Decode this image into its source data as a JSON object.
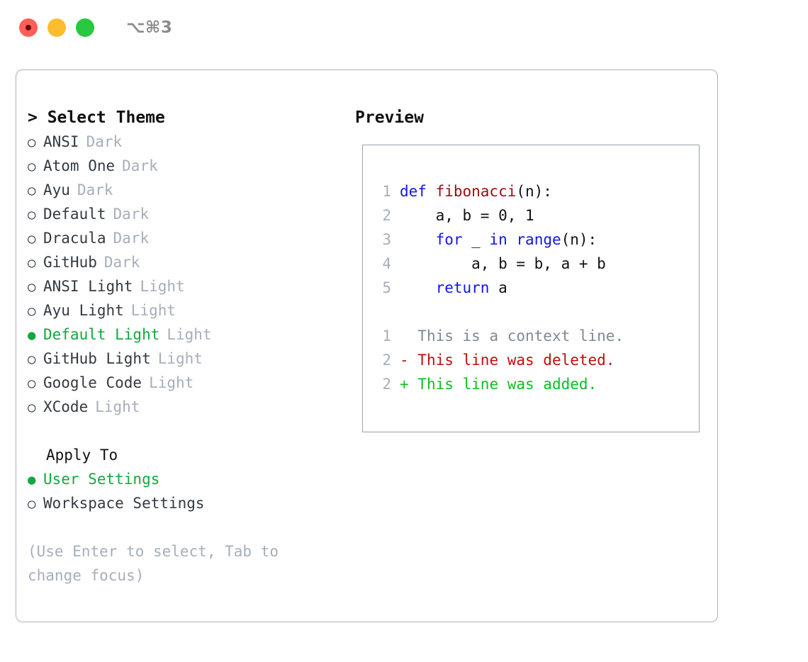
{
  "titlebar": {
    "shortcut": "⌥⌘3",
    "buttons": [
      {
        "name": "close",
        "color": "#ff5f57"
      },
      {
        "name": "minimize",
        "color": "#febc2e"
      },
      {
        "name": "maximize",
        "color": "#28c840"
      }
    ]
  },
  "theme_picker": {
    "header": "> Select Theme",
    "items": [
      {
        "marker": "○",
        "label": "ANSI",
        "suffix": "Dark",
        "selected": false
      },
      {
        "marker": "○",
        "label": "Atom One",
        "suffix": "Dark",
        "selected": false
      },
      {
        "marker": "○",
        "label": "Ayu",
        "suffix": "Dark",
        "selected": false
      },
      {
        "marker": "○",
        "label": "Default",
        "suffix": "Dark",
        "selected": false
      },
      {
        "marker": "○",
        "label": "Dracula",
        "suffix": "Dark",
        "selected": false
      },
      {
        "marker": "○",
        "label": "GitHub",
        "suffix": "Dark",
        "selected": false
      },
      {
        "marker": "○",
        "label": "ANSI Light",
        "suffix": "Light",
        "selected": false
      },
      {
        "marker": "○",
        "label": "Ayu Light",
        "suffix": "Light",
        "selected": false
      },
      {
        "marker": "●",
        "label": "Default Light",
        "suffix": "Light",
        "selected": true
      },
      {
        "marker": "○",
        "label": "GitHub Light",
        "suffix": "Light",
        "selected": false
      },
      {
        "marker": "○",
        "label": "Google Code",
        "suffix": "Light",
        "selected": false
      },
      {
        "marker": "○",
        "label": "XCode",
        "suffix": "Light",
        "selected": false
      }
    ]
  },
  "apply_to": {
    "header": "Apply To",
    "items": [
      {
        "marker": "●",
        "label": "User Settings",
        "selected": true
      },
      {
        "marker": "○",
        "label": "Workspace Settings",
        "selected": false
      }
    ]
  },
  "hint": "(Use Enter to select, Tab to change focus)",
  "preview": {
    "title": "Preview",
    "code_lines": [
      {
        "num": "1",
        "tokens": [
          {
            "t": "def ",
            "k": "kw"
          },
          {
            "t": "fibonacci",
            "k": "fn"
          },
          {
            "t": "(n):",
            "k": "plain"
          }
        ]
      },
      {
        "num": "2",
        "tokens": [
          {
            "t": "    a, b = 0, 1",
            "k": "plain"
          }
        ]
      },
      {
        "num": "3",
        "tokens": [
          {
            "t": "    ",
            "k": "plain"
          },
          {
            "t": "for",
            "k": "kw"
          },
          {
            "t": " _ ",
            "k": "plain"
          },
          {
            "t": "in",
            "k": "kw"
          },
          {
            "t": " ",
            "k": "plain"
          },
          {
            "t": "range",
            "k": "kw"
          },
          {
            "t": "(n):",
            "k": "plain"
          }
        ]
      },
      {
        "num": "4",
        "tokens": [
          {
            "t": "        a, b = b, a + b",
            "k": "plain"
          }
        ]
      },
      {
        "num": "5",
        "tokens": [
          {
            "t": "    ",
            "k": "plain"
          },
          {
            "t": "return",
            "k": "kw"
          },
          {
            "t": " a",
            "k": "plain"
          }
        ]
      }
    ],
    "diff_lines": [
      {
        "num": "1",
        "sign": "  ",
        "text": "This is a context line.",
        "kind": "context"
      },
      {
        "num": "2",
        "sign": "- ",
        "text": "This line was deleted.",
        "kind": "deleted"
      },
      {
        "num": "2",
        "sign": "+ ",
        "text": "This line was added.",
        "kind": "added"
      }
    ]
  },
  "colors": {
    "accent_green": "#11a83c",
    "muted": "#a6aebb",
    "keyword_blue": "#1414e6",
    "function_red": "#9c0b11",
    "diff_deleted": "#c00d0d",
    "diff_added": "#0ac023",
    "border": "#a9b2be"
  }
}
